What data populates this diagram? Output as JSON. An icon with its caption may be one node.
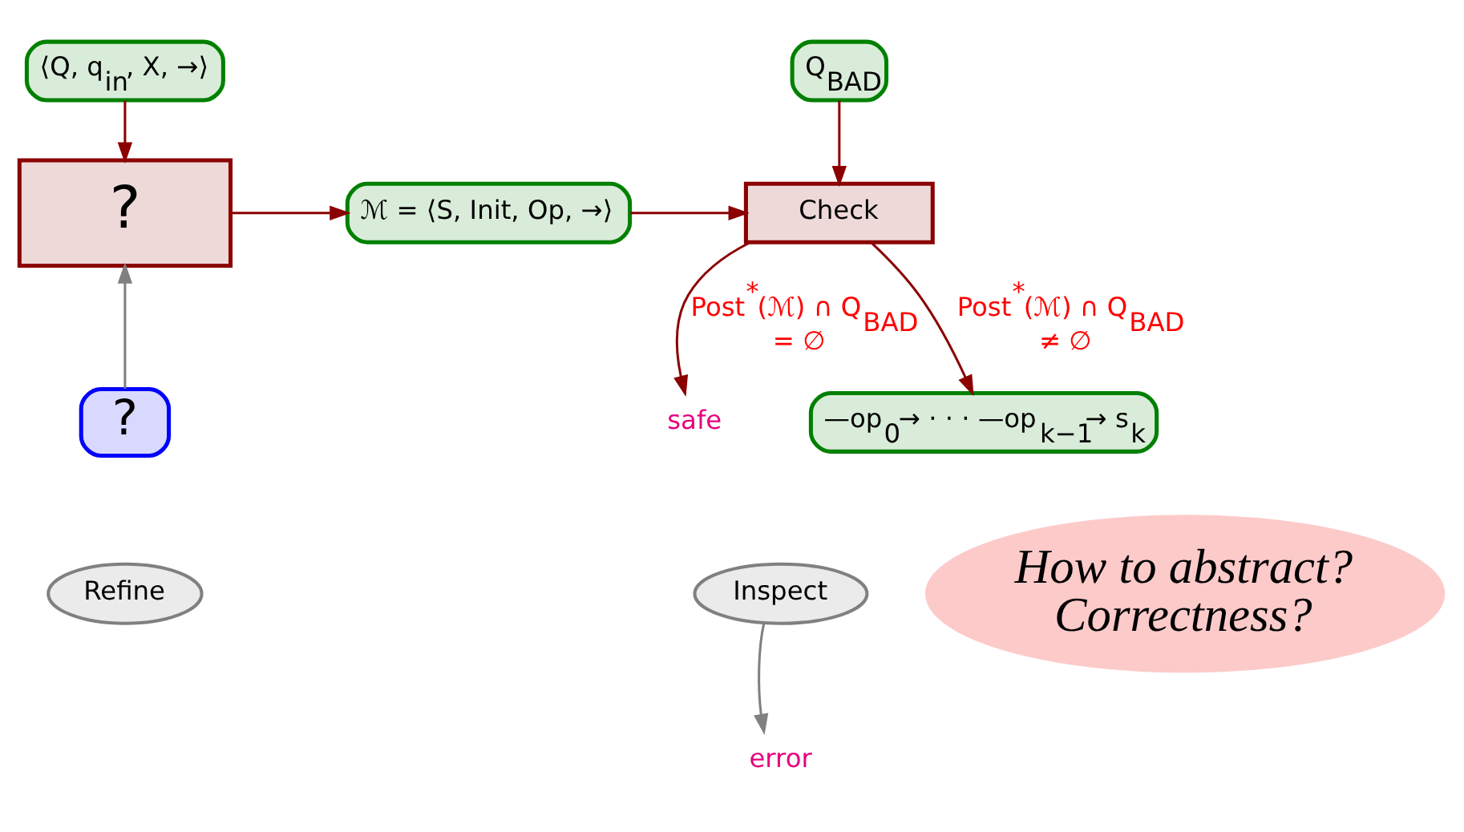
{
  "diagram": {
    "nodes": [
      {
        "text": [
          "⟨Q, q$_{in}$, X, →⟩"
        ]
      },
      {
        "text": [
          "?"
        ]
      },
      {
        "text": [
          "ℳ = ⟨S, Init, Op, →⟩"
        ]
      },
      {
        "text": [
          "Q$_{BAD}$"
        ]
      },
      {
        "text": [
          "Check"
        ]
      },
      {
        "text": [
          "safe"
        ]
      },
      {
        "text": [
          "?"
        ]
      },
      {
        "text": [
          "—op$_{0}$→ · · · —op$_{k−1}$→ s$_{k}$"
        ]
      },
      {
        "text": [
          "Refine"
        ]
      },
      {
        "text": [
          "Inspect"
        ]
      },
      {
        "text": [
          "error"
        ]
      },
      {
        "text": [
          "How to abstract? Correctness?"
        ]
      }
    ],
    "edges": [
      {
        "from": 0,
        "to": 1,
        "arrow": "to"
      },
      {
        "from": 1,
        "to": 2,
        "arrow": "to"
      },
      {
        "from": 2,
        "to": 4,
        "arrow": "to"
      },
      {
        "from": 3,
        "to": 4,
        "arrow": "to"
      },
      {
        "from": 4,
        "to": 5,
        "arrow": "to",
        "label": "Post$^{*}$(ℳ) ∩ Q$_{BAD}$ = ∅"
      },
      {
        "from": 4,
        "to": 7,
        "arrow": "to",
        "label": "Post$^{*}$(ℳ) ∩ Q$_{BAD}$ ≠ ∅"
      },
      {
        "from": 6,
        "to": 1,
        "arrow": "to",
        "color": "#808080"
      },
      {
        "from": 9,
        "to": 10,
        "arrow": "to",
        "color": "#808080"
      }
    ]
  }
}
